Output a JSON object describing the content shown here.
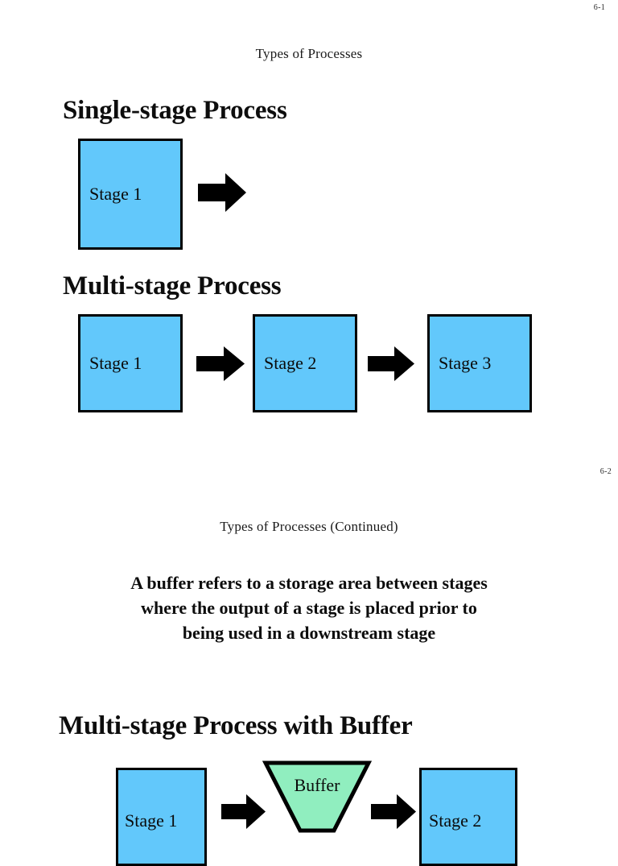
{
  "document": {
    "kind": "lecture-slides",
    "colors": {
      "stage_fill": "#62C8FB",
      "buffer_fill": "#90EEBF",
      "outline": "#000000",
      "arrow": "#000000",
      "page_background": "#FFFFFF"
    }
  },
  "slide1": {
    "number": "6-1",
    "title": "Types of Processes",
    "sections": [
      {
        "heading": "Single-stage Process",
        "stages": [
          "Stage 1"
        ],
        "arrows": 1
      },
      {
        "heading": "Multi-stage Process",
        "stages": [
          "Stage 1",
          "Stage 2",
          "Stage 3"
        ],
        "arrows": 2
      }
    ]
  },
  "slide2": {
    "number": "6-2",
    "title": "Types of Processes (Continued)",
    "definition": {
      "line1": "A buffer refers to a storage area between stages",
      "line2": "where the output of a stage is placed prior to",
      "line3": "being used in a downstream stage"
    },
    "section": {
      "heading": "Multi-stage Process with Buffer",
      "stage1": "Stage 1",
      "buffer": "Buffer",
      "stage2": "Stage 2"
    }
  }
}
